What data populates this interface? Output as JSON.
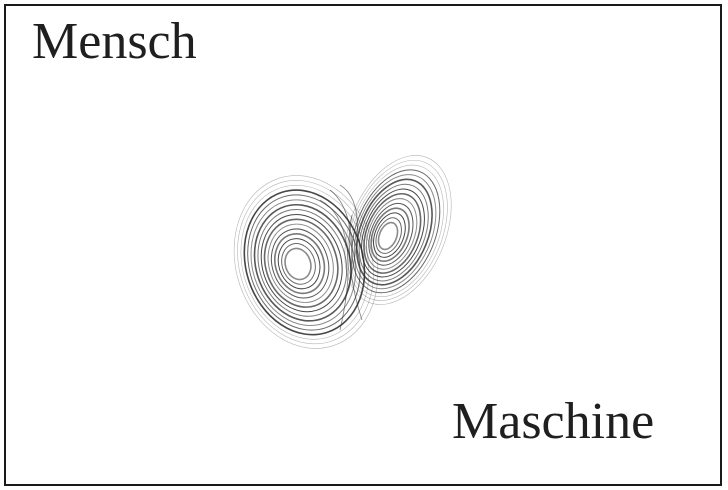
{
  "labels": {
    "top_word": "Mensch",
    "bottom_word": "Maschine"
  },
  "figure": {
    "subject": "lorenz-attractor",
    "stroke_color": "#2a2a2a",
    "frame_color": "#1a1a1a",
    "background": "#ffffff"
  }
}
